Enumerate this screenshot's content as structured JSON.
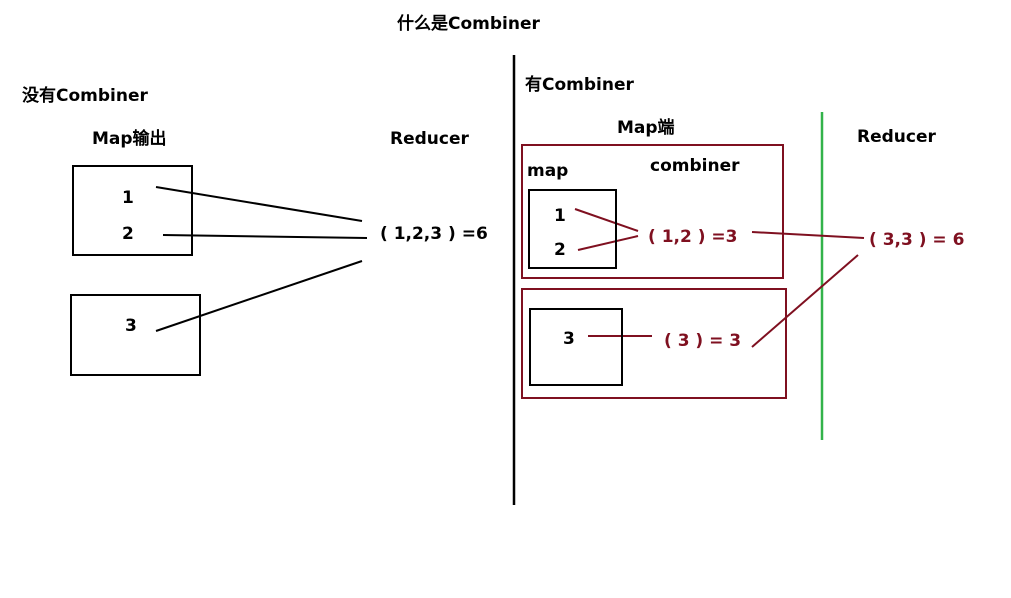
{
  "title": "什么是Combiner",
  "left": {
    "heading": "没有Combiner",
    "map_output_label": "Map输出",
    "reducer_label": "Reducer",
    "box1_values": [
      "1",
      "2"
    ],
    "box2_values": [
      "3"
    ],
    "reduce_result": "( 1,2,3 ) =6"
  },
  "right": {
    "heading": "有Combiner",
    "map_side_label": "Map端",
    "map_label": "map",
    "combiner_label": "combiner",
    "reducer_label": "Reducer",
    "box1_values": [
      "1",
      "2"
    ],
    "box2_values": [
      "3"
    ],
    "combine1_result": "( 1,2 ) =3",
    "combine2_result": "( 3 ) = 3",
    "reduce_result": "( 3,3 ) = 6"
  },
  "colors": {
    "ink": "#000000",
    "combiner_red": "#7f1020",
    "reducer_divider_green": "#33b34a"
  }
}
